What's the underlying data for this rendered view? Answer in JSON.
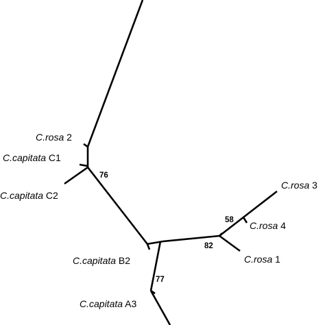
{
  "tree": {
    "leaves": [
      {
        "id": "crosa2",
        "genus": "C.rosa",
        "suffix": " 2"
      },
      {
        "id": "ccapC1",
        "genus": "C.capitata",
        "suffix": " C1"
      },
      {
        "id": "ccapC2",
        "genus": "C.capitata",
        "suffix": " C2"
      },
      {
        "id": "crosa3",
        "genus": "C.rosa",
        "suffix": " 3"
      },
      {
        "id": "crosa4",
        "genus": "C.rosa",
        "suffix": " 4"
      },
      {
        "id": "crosa1",
        "genus": "C.rosa",
        "suffix": " 1"
      },
      {
        "id": "ccapB2",
        "genus": "C.capitata",
        "suffix": " B2"
      },
      {
        "id": "ccapA3",
        "genus": "C.capitata",
        "suffix": " A3"
      }
    ],
    "support_values": [
      {
        "id": "s76",
        "value": "76"
      },
      {
        "id": "s58",
        "value": "58"
      },
      {
        "id": "s82",
        "value": "82"
      },
      {
        "id": "s77",
        "value": "77"
      }
    ]
  }
}
